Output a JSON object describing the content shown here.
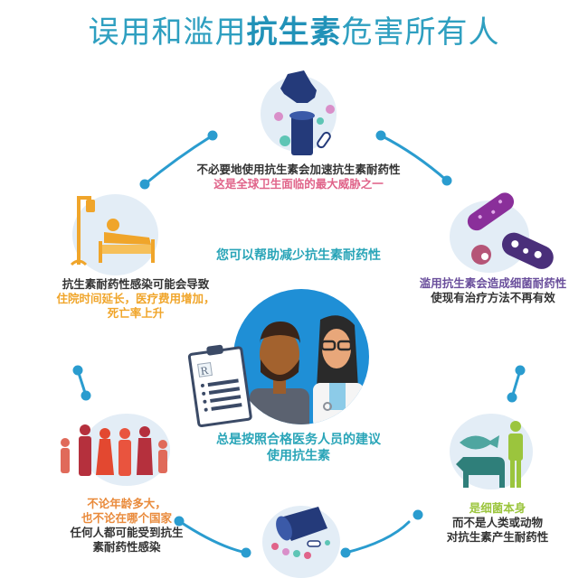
{
  "title": {
    "part1": "误用和滥用",
    "part2": "抗生素",
    "part3": "危害所有人"
  },
  "center": {
    "heading": "您可以帮助减少抗生素耐药性",
    "advice_line1": "总是按照合格医务人员的建议",
    "advice_line2": "使用抗生素"
  },
  "nodes": {
    "top": {
      "line1": "不必要地使用抗生素会加速抗生素耐药性",
      "line2": "这是全球卫生面临的最大威胁之一",
      "icon": "hand-pill-bottle-icon"
    },
    "upper_left": {
      "line1": "抗生素耐药性感染可能会导致",
      "line2": "住院时间延长，医疗费用增加，",
      "line3": "死亡率上升",
      "icon": "hospital-bed-icon"
    },
    "upper_right": {
      "line1": "滥用抗生素会造成细菌耐药性",
      "line2": "使现有治疗方法不再有效",
      "icon": "bacteria-icon"
    },
    "lower_left": {
      "line1": "不论年龄多大，",
      "line2": "也不论在哪个国家",
      "line3": "任何人都可能受到抗生",
      "line4": "素耐药性感染",
      "icon": "family-icon"
    },
    "lower_right": {
      "line1": "是细菌本身",
      "line2": "而不是人类或动物",
      "line3": "对抗生素产生耐药性",
      "icon": "animals-human-icon"
    },
    "bottom": {
      "icon": "spilled-pills-icon"
    }
  },
  "colors": {
    "title": "#2e9fc0",
    "connector": "#2a9ccf",
    "center_circle": "#1f8fd6",
    "pink": "#e0648a",
    "orange": "#f0a52a",
    "purple": "#6a4f9c",
    "green": "#9bc53d"
  }
}
